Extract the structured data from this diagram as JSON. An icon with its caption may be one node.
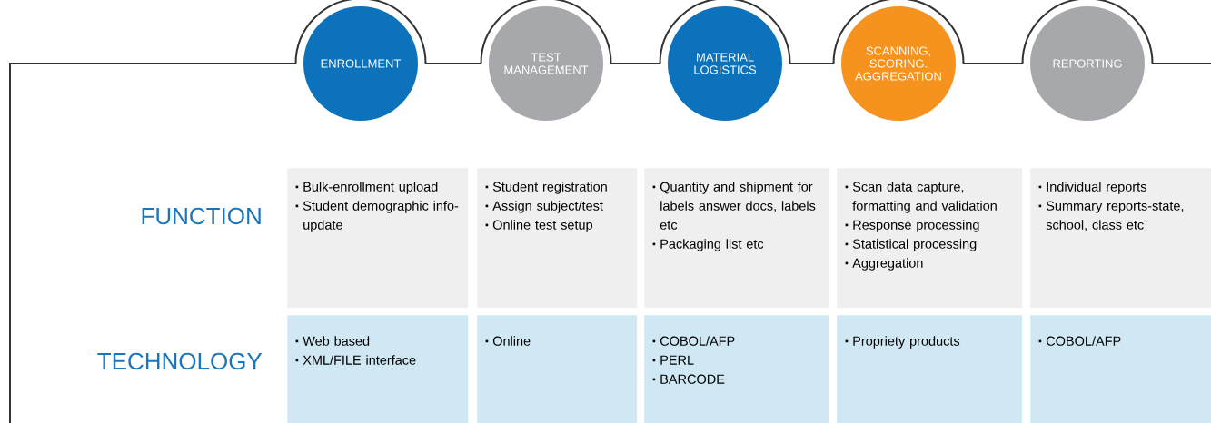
{
  "diagram": {
    "nodes": [
      {
        "text": [
          "ENROLLMENT"
        ]
      },
      {
        "text": [
          "TEST MANAGEMENT"
        ]
      },
      {
        "text": [
          "MATERIAL LOGISTICS"
        ]
      },
      {
        "text": [
          "SCANNING, SCORING. AGGREGATION"
        ]
      },
      {
        "text": [
          "REPORTING"
        ]
      },
      {
        "text": [
          "Bulk-enrollment upload",
          "Student demographic info-update"
        ]
      },
      {
        "text": [
          "Student registration",
          "Assign subject/test",
          "Online test setup"
        ]
      },
      {
        "text": [
          "Quantity and shipment for labels answer docs, labels etc",
          "Packaging list etc"
        ]
      },
      {
        "text": [
          "Scan data capture, formatting and validation",
          "Response processing",
          "Statistical processing",
          "Aggregation"
        ]
      },
      {
        "text": [
          "Individual reports",
          "Summary reports-state, school, class etc"
        ]
      },
      {
        "text": [
          "Web based",
          "XML/FILE interface"
        ]
      },
      {
        "text": [
          "Online"
        ]
      },
      {
        "text": [
          "COBOL/AFP",
          "PERL",
          "BARCODE"
        ]
      },
      {
        "text": [
          "Propriety products"
        ]
      },
      {
        "text": [
          "COBOL/AFP"
        ]
      }
    ],
    "edges": [
      {
        "from": 0,
        "to": 1,
        "arrow": "none"
      },
      {
        "from": 1,
        "to": 2,
        "arrow": "none"
      },
      {
        "from": 2,
        "to": 3,
        "arrow": "none"
      },
      {
        "from": 3,
        "to": 4,
        "arrow": "none"
      }
    ],
    "labels": [
      "FUNCTION",
      "TECHNOLOGY"
    ]
  }
}
